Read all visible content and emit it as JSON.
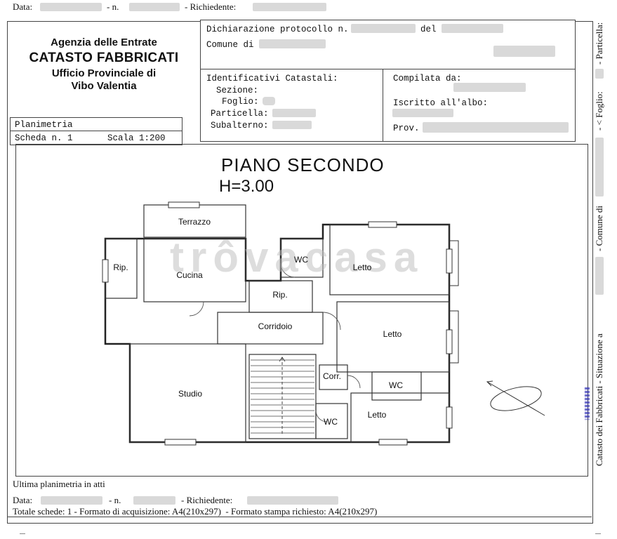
{
  "colors": {
    "redaction": "#d9d9d9",
    "stamp_blue": "#3a3ab8",
    "watermark_gray": "#bdbdbd"
  },
  "top_bar": {
    "data_label": "Data:",
    "n_label": "- n.",
    "richiedente_label": "- Richiedente:"
  },
  "agency": {
    "line1": "Agenzia delle Entrate",
    "line2": "CATASTO FABBRICATI",
    "line3": "Ufficio Provinciale di",
    "line4": "Vibo Valentia"
  },
  "declaration": {
    "protocol_label": "Dichiarazione protocollo n.",
    "del_label": "del",
    "comune_label": "Comune di"
  },
  "identificativi": {
    "title": "Identificativi Catastali:",
    "sezione_label": "Sezione:",
    "foglio_label": "Foglio:",
    "particella_label": "Particella:",
    "subalterno_label": "Subalterno:"
  },
  "compilata": {
    "compilata_label": "Compilata da:",
    "albo_label": "Iscritto all'albo:",
    "prov_label": "Prov."
  },
  "planimetria": {
    "title": "Planimetria",
    "scheda": "Scheda n. 1",
    "scala": "Scala 1:200"
  },
  "plan": {
    "title": "PIANO SECONDO",
    "height_label": "H=3.00",
    "watermark": "trôvacasa",
    "rooms": [
      {
        "label": "Terrazzo"
      },
      {
        "label": "Rip."
      },
      {
        "label": "Cucina"
      },
      {
        "label": "WC"
      },
      {
        "label": "Letto"
      },
      {
        "label": "Rip."
      },
      {
        "label": "Corridoio"
      },
      {
        "label": "Letto"
      },
      {
        "label": "Studio"
      },
      {
        "label": "Corr."
      },
      {
        "label": "WC"
      },
      {
        "label": "WC"
      },
      {
        "label": "Letto"
      }
    ]
  },
  "footer": {
    "ultima": "Ultima planimetria in atti",
    "data_label": "Data:",
    "n_label": "- n.",
    "richiedente_label": "- Richiedente:",
    "totale": "Totale schede: 1 - Formato di acquisizione: A4(210x297)  - Formato stampa richiesto: A4(210x297)"
  },
  "side_margin": {
    "particella": "- Particella:",
    "foglio": "- < Foglio:",
    "comune": "- Comune di",
    "catasto": "Catasto dei Fabbricati - Situazione a"
  }
}
